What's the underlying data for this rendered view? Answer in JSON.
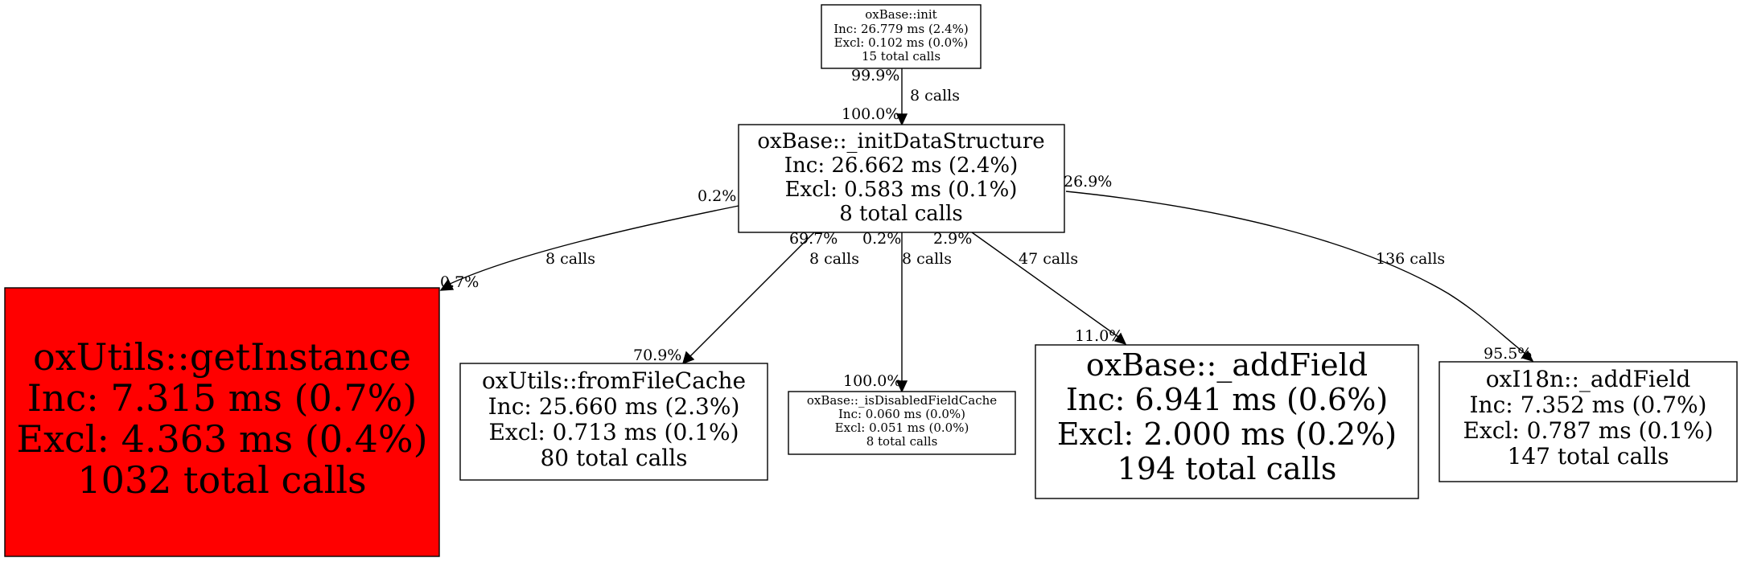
{
  "nodes": [
    {
      "id": "init",
      "lines": [
        "oxBase::init",
        "Inc: 26.779 ms (2.4%)",
        "Excl: 0.102 ms (0.0%)",
        "15 total calls"
      ],
      "fill": "#ffffff"
    },
    {
      "id": "initDataStructure",
      "lines": [
        "oxBase::_initDataStructure",
        "Inc: 26.662 ms (2.4%)",
        "Excl: 0.583 ms (0.1%)",
        "8 total calls"
      ],
      "fill": "#ffffff"
    },
    {
      "id": "getInstance",
      "lines": [
        "oxUtils::getInstance",
        "Inc: 7.315 ms (0.7%)",
        "Excl: 4.363 ms (0.4%)",
        "1032 total calls"
      ],
      "fill": "#ff0000"
    },
    {
      "id": "fromFileCache",
      "lines": [
        "oxUtils::fromFileCache",
        "Inc: 25.660 ms (2.3%)",
        "Excl: 0.713 ms (0.1%)",
        "80 total calls"
      ],
      "fill": "#ffffff"
    },
    {
      "id": "isDisabledFieldCache",
      "lines": [
        "oxBase::_isDisabledFieldCache",
        "Inc: 0.060 ms (0.0%)",
        "Excl: 0.051 ms (0.0%)",
        "8 total calls"
      ],
      "fill": "#ffffff"
    },
    {
      "id": "addField",
      "lines": [
        "oxBase::_addField",
        "Inc: 6.941 ms (0.6%)",
        "Excl: 2.000 ms (0.2%)",
        "194 total calls"
      ],
      "fill": "#ffffff"
    },
    {
      "id": "i18nAddField",
      "lines": [
        "oxI18n::_addField",
        "Inc: 7.352 ms (0.7%)",
        "Excl: 0.787 ms (0.1%)",
        "147 total calls"
      ],
      "fill": "#ffffff"
    }
  ],
  "edges": [
    {
      "id": "init-initDataStructure",
      "from": "init",
      "to": "initDataStructure",
      "calls": "8 calls",
      "tail_pct": "99.9%",
      "head_pct": "100.0%"
    },
    {
      "id": "initDataStructure-getInstance",
      "from": "initDataStructure",
      "to": "getInstance",
      "calls": "8 calls",
      "tail_pct": "0.2%",
      "head_pct": "0.7%"
    },
    {
      "id": "initDataStructure-fromFileCache",
      "from": "initDataStructure",
      "to": "fromFileCache",
      "calls": "8 calls",
      "tail_pct": "69.7%",
      "head_pct": "70.9%"
    },
    {
      "id": "initDataStructure-isDisabledFieldCache",
      "from": "initDataStructure",
      "to": "isDisabledFieldCache",
      "calls": "8 calls",
      "tail_pct": "0.2%",
      "head_pct": "100.0%"
    },
    {
      "id": "initDataStructure-addField",
      "from": "initDataStructure",
      "to": "addField",
      "calls": "47 calls",
      "tail_pct": "2.9%",
      "head_pct": "11.0%"
    },
    {
      "id": "initDataStructure-i18nAddField",
      "from": "initDataStructure",
      "to": "i18nAddField",
      "calls": "136 calls",
      "tail_pct": "26.9%",
      "head_pct": "95.5%"
    }
  ]
}
